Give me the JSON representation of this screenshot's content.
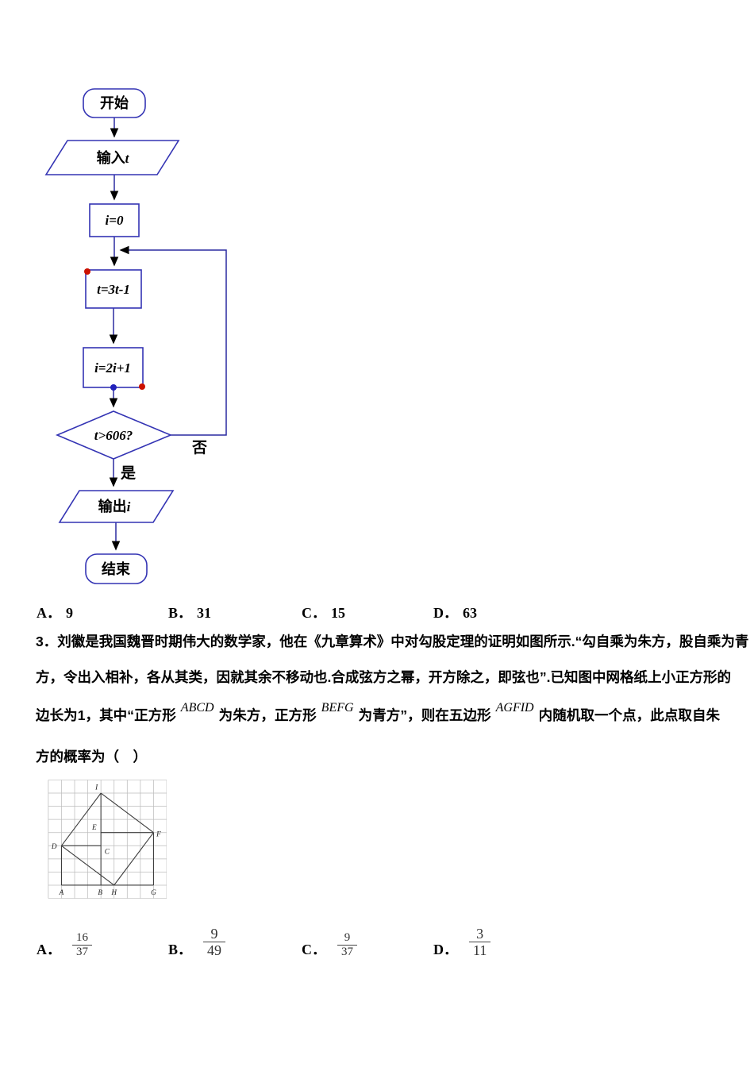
{
  "flowchart": {
    "nodes": {
      "start": "开始",
      "input_prefix": "输入",
      "input_var": "t",
      "init": "i=0",
      "assign_t": "t=3t-1",
      "assign_i": "i=2i+1",
      "condition": "t>606?",
      "branch_no": "否",
      "branch_yes": "是",
      "output_prefix": "输出",
      "output_var": "i",
      "end": "结束"
    },
    "colors": {
      "shape_stroke": "#3434b4",
      "marker_red": "#cc1100",
      "marker_blue": "#2222bb"
    }
  },
  "question2_options": [
    {
      "label": "A．",
      "value": "9"
    },
    {
      "label": "B．",
      "value": "31"
    },
    {
      "label": "C．",
      "value": "15"
    },
    {
      "label": "D．",
      "value": "63"
    }
  ],
  "question3": {
    "line1": "3．刘徽是我国魏晋时期伟大的数学家，他在《九章算术》中对勾股定理的证明如图所示.“勾自乘为朱方，股自乘为青",
    "line2": "方，令出入相补，各从其类，因就其余不移动也.合成弦方之幂，开方除之，即弦也”.已知图中网格纸上小正方形的",
    "line3": {
      "seg1": "边长为1，其中“正方形",
      "math1": "ABCD",
      "seg2": "为朱方，正方形",
      "math2": "BEFG",
      "seg3": "为青方”，则在五边形",
      "math3": "AGFID",
      "seg4": "内随机取一个点，此点取自朱"
    },
    "line4": "方的概率为（　）"
  },
  "figure": {
    "labels": {
      "I": "I",
      "E": "E",
      "C": "C",
      "D": "D",
      "F": "F",
      "A": "A",
      "B": "B",
      "H": "H",
      "G": "G"
    }
  },
  "question3_options": [
    {
      "label": "A．",
      "numerator": "16",
      "denominator": "37"
    },
    {
      "label": "B．",
      "numerator": "9",
      "denominator": "49"
    },
    {
      "label": "C．",
      "numerator": "9",
      "denominator": "37"
    },
    {
      "label": "D．",
      "numerator": "3",
      "denominator": "11"
    }
  ]
}
